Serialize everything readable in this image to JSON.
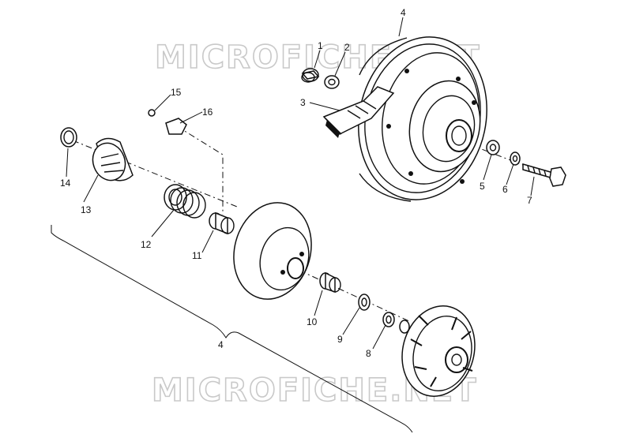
{
  "watermark": {
    "text_top": "MICROFICHE.NET",
    "text_bottom": "MICROFICHE.NET"
  },
  "callouts": {
    "c1": "1",
    "c2": "2",
    "c3": "3",
    "c4_top": "4",
    "c5": "5",
    "c6": "6",
    "c7": "7",
    "c8": "8",
    "c9": "9",
    "c10": "10",
    "c11": "11",
    "c12": "12",
    "c13": "13",
    "c14": "14",
    "c15": "15",
    "c16": "16",
    "c4_bracket": "4"
  },
  "colors": {
    "line": "#111111",
    "watermark": "#c9c9c9",
    "background": "#ffffff"
  }
}
